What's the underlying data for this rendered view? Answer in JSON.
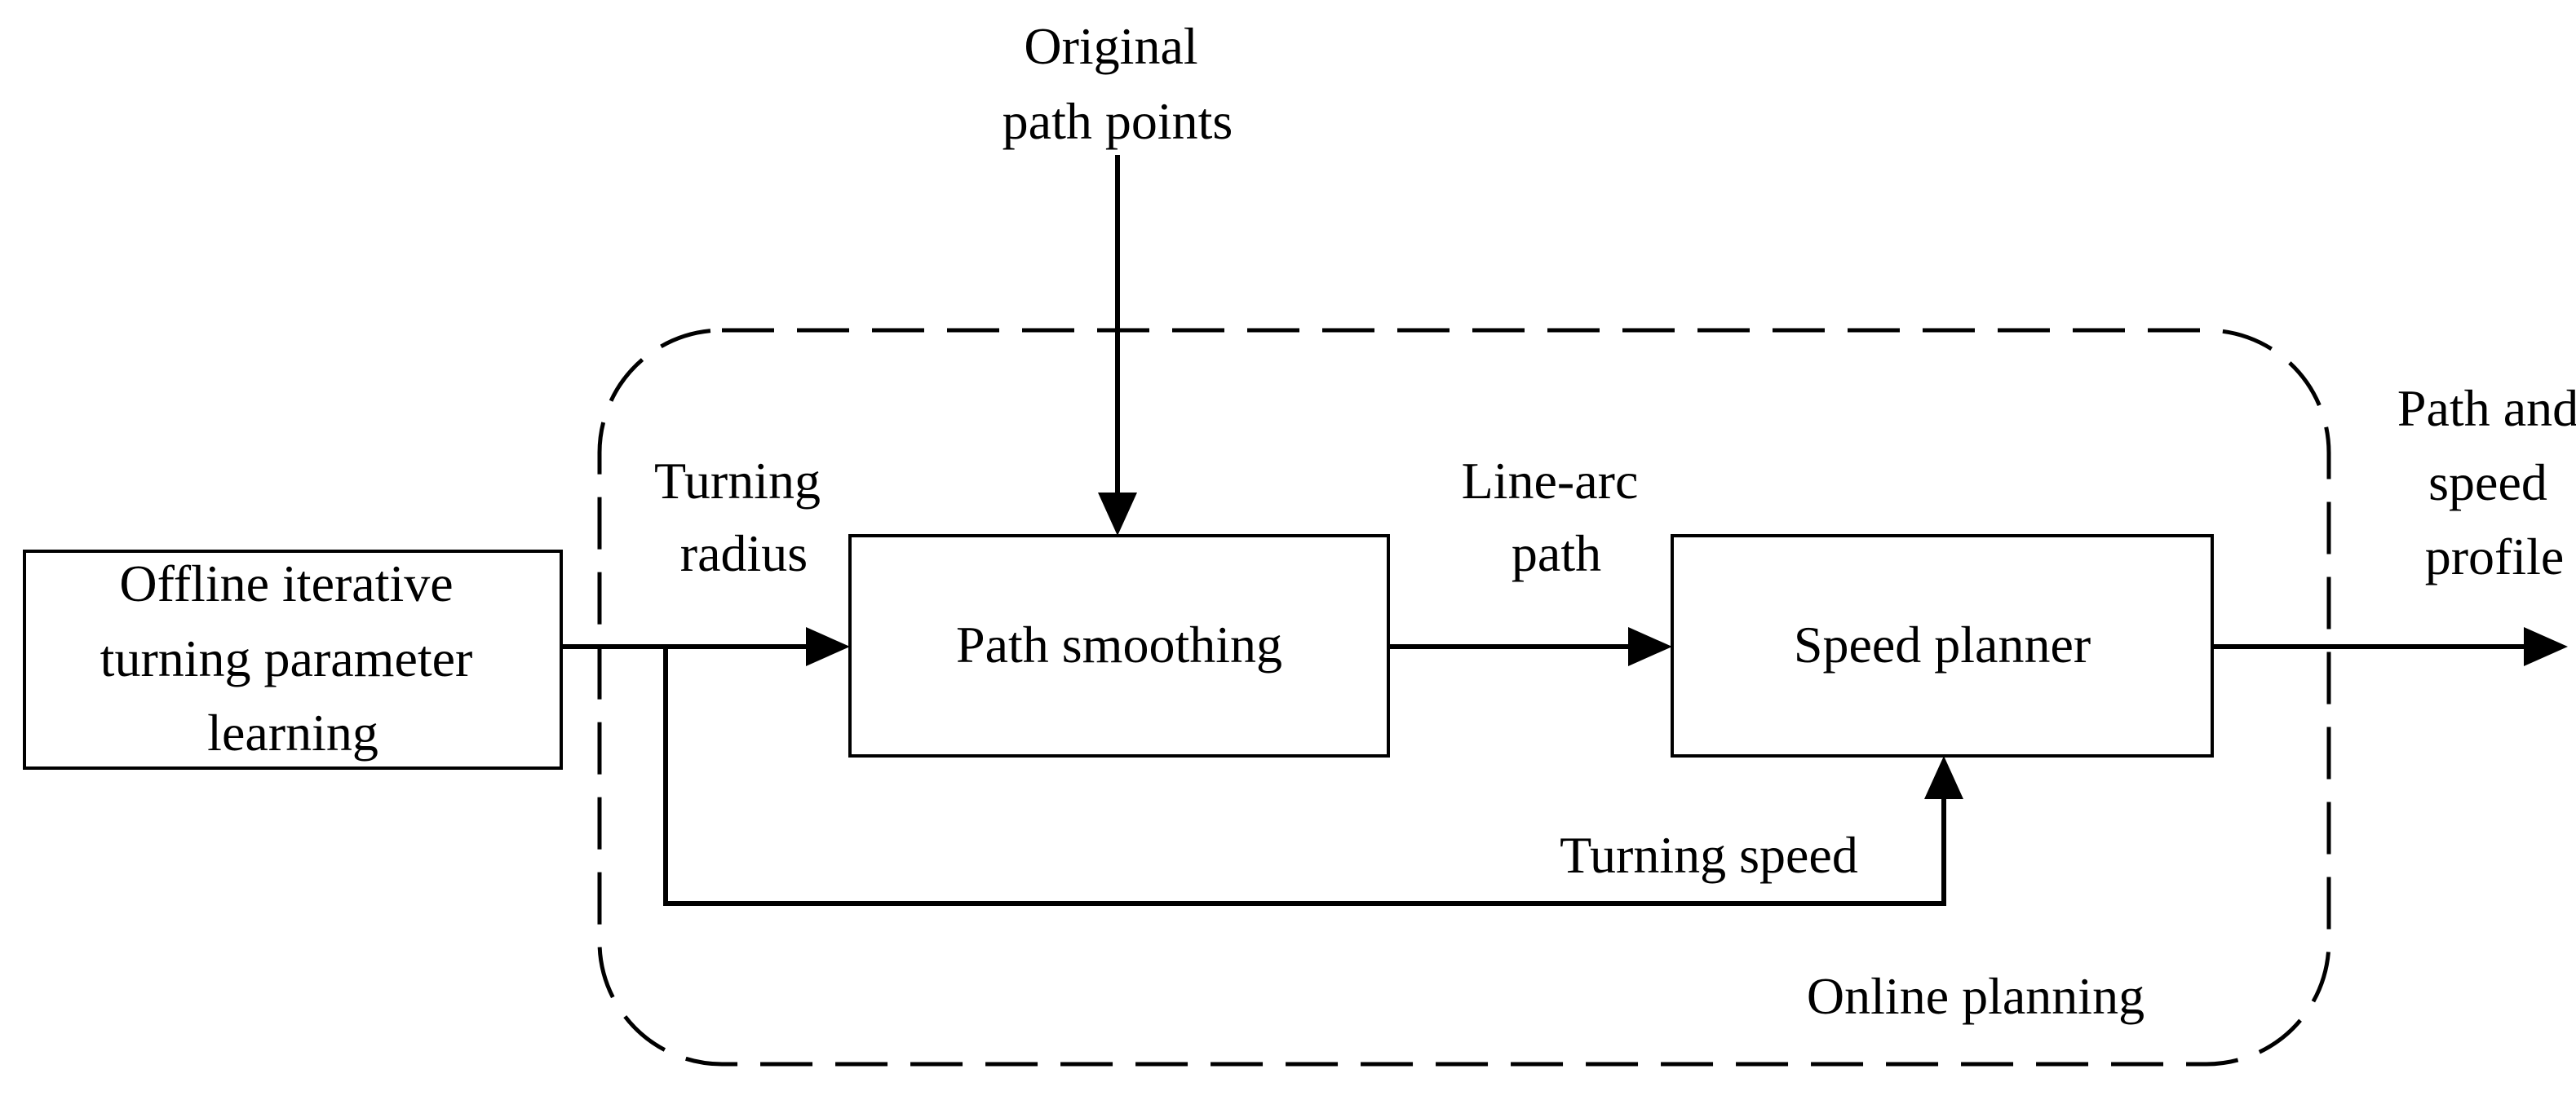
{
  "blocks": {
    "offline": [
      "Offline iterative",
      "turning parameter",
      "learning"
    ],
    "smoothing": "Path smoothing",
    "speed_planner": "Speed planner"
  },
  "labels": {
    "original": [
      "Original",
      "path points"
    ],
    "turning_radius": [
      "Turning",
      "radius"
    ],
    "line_arc": [
      "Line-arc",
      "path"
    ],
    "output": [
      "Path and",
      "speed",
      "profile"
    ],
    "turning_speed": "Turning speed",
    "online": "Online planning"
  }
}
